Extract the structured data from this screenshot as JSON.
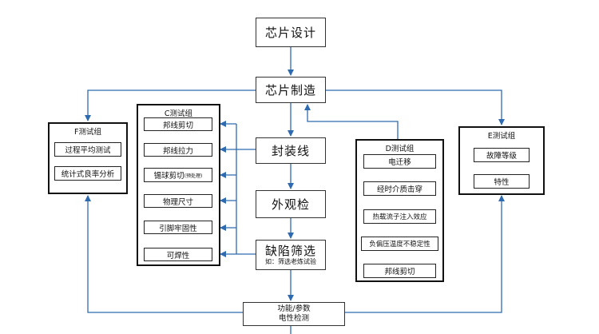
{
  "nodes": {
    "chip_design": "芯片设计",
    "chip_manufacture": "芯片制造",
    "packaging_line": "封装线",
    "visual_inspection": "外观检",
    "defect_screening": "缺陷筛选",
    "defect_screening_note": "如：筛选老炼试验",
    "electrical_test_line1": "功能/参数",
    "electrical_test_line2": "电性检测"
  },
  "group_c": {
    "title": "C测试组",
    "items": [
      "邦线剪切",
      "邦线拉力",
      "锡球剪切",
      "物理尺寸",
      "引脚牢固性",
      "可焊性"
    ],
    "solder_ball_note": "(预处理)"
  },
  "group_d": {
    "title": "D测试组",
    "items": [
      "电迁移",
      "经时介质击穿",
      "热载流子注入效应",
      "负偏压温度不稳定性",
      "邦线剪切"
    ]
  },
  "group_e": {
    "title": "E测试组",
    "items": [
      "故障等级",
      "特性"
    ]
  },
  "group_f": {
    "title": "F测试组",
    "items": [
      "过程平均测试",
      "统计式良率分析"
    ]
  },
  "colors": {
    "arrow": "#2e6ab0",
    "border": "#222222"
  }
}
